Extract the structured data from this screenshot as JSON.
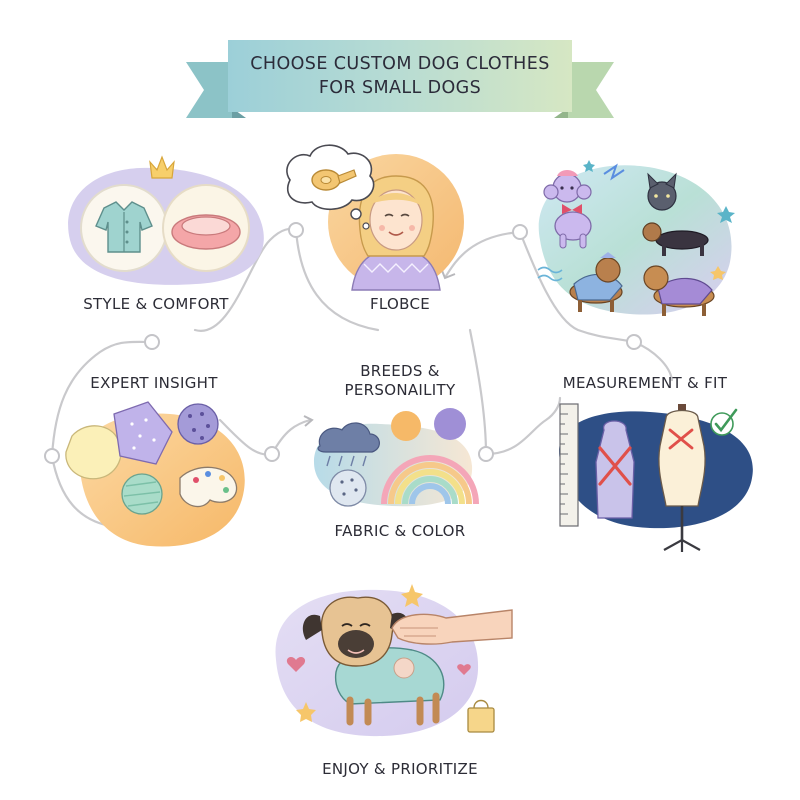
{
  "title": {
    "line1": "CHOOSE CUSTOM DOG CLOTHES",
    "line2": "FOR SMALL DOGS"
  },
  "steps": {
    "style_comfort": "STYLE & COMFORT",
    "flobce": "FLOBCE",
    "breeds_line1": "BREEDS &",
    "breeds_line2": "PERSONAILITY",
    "expert_insight": "EXPERT INSIGHT",
    "measurement_fit": "MEASUREMENT & FIT",
    "fabric_color": "FABRIC & COLOR",
    "enjoy_prioritize": "ENJOY & PRIORITIZE"
  },
  "icons": [
    "ribbon-banner",
    "crown-icon",
    "shirt-icon",
    "dog-bed-icon",
    "thought-bubble-icon",
    "measuring-tape-icon",
    "girl-portrait",
    "poodle-icon",
    "cat-icon",
    "dachshund-icon",
    "star-icon",
    "fabric-swatch-icon",
    "palette-icon",
    "cloud-icon",
    "rainbow-icon",
    "ruler-icon",
    "dress-form-icon",
    "check-icon",
    "pug-icon",
    "hand-icon",
    "heart-icon",
    "shopping-bag-icon"
  ],
  "colors": {
    "lavender": "#cfc6ea",
    "peach": "#f8c98a",
    "mint": "#a9dcc9",
    "navy": "#2e4f86",
    "banner": "#a9d3d6",
    "connector": "#c9c9cc",
    "accent_red": "#e0504a",
    "check_green": "#3f9a5a"
  }
}
